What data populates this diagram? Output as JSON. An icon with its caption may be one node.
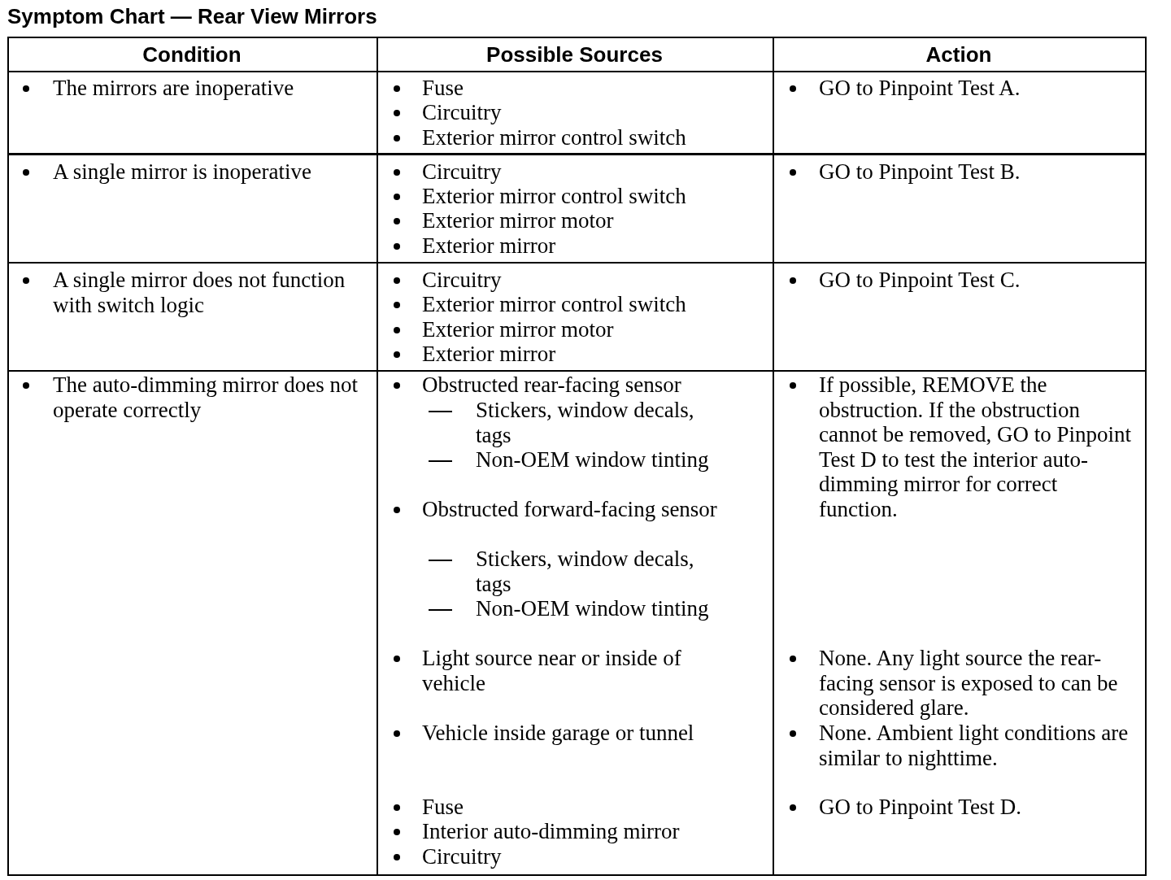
{
  "diagram": {
    "title": "Symptom Chart — Rear View Mirrors",
    "labels": [
      "Condition",
      "Possible Sources",
      "Action",
      "The mirrors are inoperative",
      "Fuse",
      "Circuitry",
      "Exterior mirror control switch",
      "GO to Pinpoint Test A.",
      "A single mirror is inoperative",
      "Circuitry",
      "Exterior mirror control switch",
      "Exterior mirror motor",
      "Exterior mirror",
      "GO to Pinpoint Test B.",
      "A single mirror does not function with switch logic",
      "Circuitry",
      "Exterior mirror control switch",
      "Exterior mirror motor",
      "Exterior mirror",
      "GO to Pinpoint Test C.",
      "The auto-dimming mirror does not operate correctly",
      "Obstructed rear-facing sensor",
      "Stickers, window decals, tags",
      "Non-OEM window tinting",
      "Obstructed forward-facing sensor",
      "Stickers, window decals, tags",
      "Non-OEM window tinting",
      "Light source near or inside of vehicle",
      "Vehicle inside garage or tunnel",
      "Fuse",
      "Interior auto-dimming mirror",
      "Circuitry",
      "If possible, REMOVE the obstruction. If the obstruction cannot be removed, GO to Pinpoint Test D to test the interior auto-dimming mirror for correct function.",
      "None. Any light source the rear-facing sensor is exposed to can be considered glare.",
      "None. Ambient light conditions are similar to nighttime.",
      "GO to Pinpoint Test D."
    ]
  }
}
